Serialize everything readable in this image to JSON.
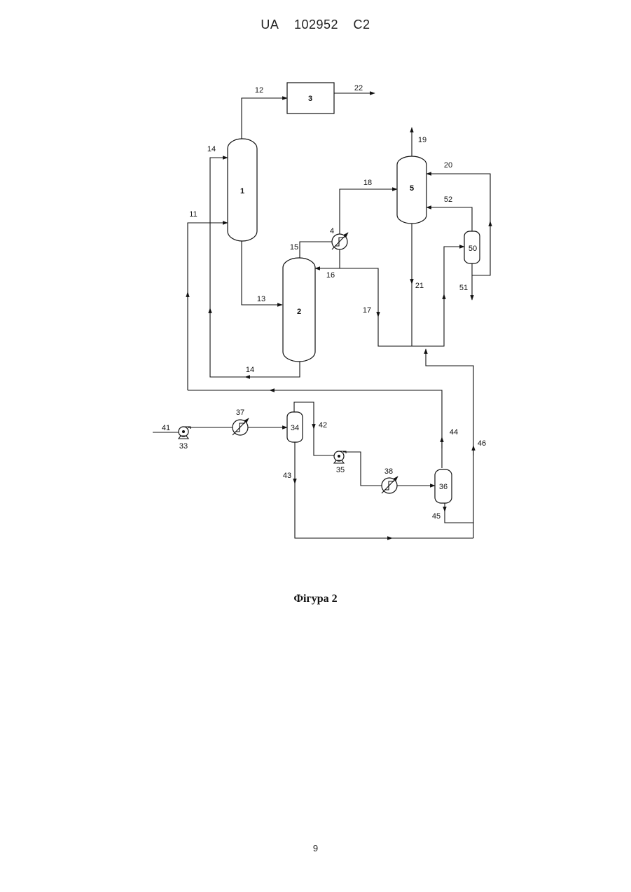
{
  "header": {
    "country": "UA",
    "number": "102952",
    "kind": "C2"
  },
  "caption": "Фігура 2",
  "page_number": "9",
  "units": {
    "u1": "1",
    "u2": "2",
    "u3": "3",
    "u4": "4",
    "u5": "5",
    "u33": "33",
    "u34": "34",
    "u35": "35",
    "u36": "36",
    "u37": "37",
    "u38": "38",
    "u50": "50"
  },
  "streams": {
    "s11": "11",
    "s12": "12",
    "s13": "13",
    "s14a": "14",
    "s14b": "14",
    "s15": "15",
    "s16": "16",
    "s17": "17",
    "s18": "18",
    "s19": "19",
    "s20": "20",
    "s21": "21",
    "s22": "22",
    "s41": "41",
    "s42": "42",
    "s43": "43",
    "s44": "44",
    "s45": "45",
    "s46": "46",
    "s51": "51",
    "s52": "52"
  }
}
